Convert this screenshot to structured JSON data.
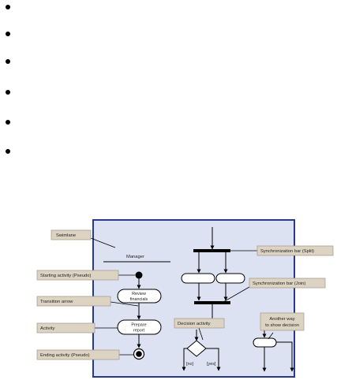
{
  "bullets": [
    {
      "text": ""
    },
    {
      "text": ""
    },
    {
      "text": ""
    },
    {
      "text": ""
    },
    {
      "text": ""
    },
    {
      "text": ""
    }
  ],
  "diagram": {
    "callouts": {
      "swimlane": "Swimlane",
      "starting_activity": "Starting activity (Pseudo)",
      "transition_arrow": "Transition arrow",
      "activity": "Activity",
      "ending_activity": "Ending activity (Pseudo)",
      "sync_split": "Synchronization bar (Split)",
      "sync_join": "Synchronization bar (Join)",
      "decision_activity": "Decision activity",
      "another_way_line1": "Another way",
      "another_way_line2": "to show decision"
    },
    "swimlane_title": "Manager",
    "activities": {
      "review_line1": "Review",
      "review_line2": "financials",
      "prepare_line1": "Prepare",
      "prepare_line2": "report"
    },
    "guards": {
      "no": "[no]",
      "yes": "[yes]"
    },
    "colors": {
      "panel_bg": "#dde2f2",
      "panel_border": "#2a3a8a",
      "callout_bg": "#dcd3c3",
      "line": "#000000"
    }
  }
}
